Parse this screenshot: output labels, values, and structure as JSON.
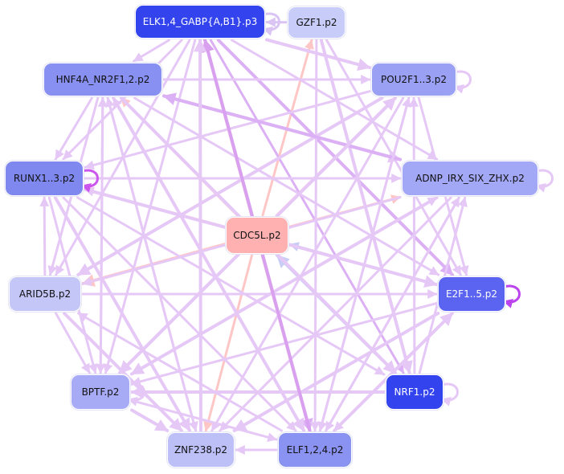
{
  "nodes": [
    {
      "id": "elk",
      "label": "ELK1,4_GABP{A,B1}.p3",
      "color": "#3344ee",
      "text": "#ffffff"
    },
    {
      "id": "gzf",
      "label": "GZF1.p2",
      "color": "#c8ccf8",
      "text": "#111111"
    },
    {
      "id": "hnf",
      "label": "HNF4A_NR2F1,2.p2",
      "color": "#8890f2",
      "text": "#111111"
    },
    {
      "id": "pou",
      "label": "POU2F1..3.p2",
      "color": "#9aa0f4",
      "text": "#111111"
    },
    {
      "id": "runx",
      "label": "RUNX1..3.p2",
      "color": "#7f88ef",
      "text": "#111111"
    },
    {
      "id": "adnp",
      "label": "ADNP_IRX_SIX_ZHX.p2",
      "color": "#a3a8f6",
      "text": "#111111"
    },
    {
      "id": "cdc",
      "label": "CDC5L.p2",
      "color": "#ffb0b0",
      "text": "#111111"
    },
    {
      "id": "arid",
      "label": "ARID5B.p2",
      "color": "#c3c6f7",
      "text": "#111111"
    },
    {
      "id": "e2f",
      "label": "E2F1..5.p2",
      "color": "#5b64f0",
      "text": "#ffffff"
    },
    {
      "id": "nrf",
      "label": "NRF1.p2",
      "color": "#3344ee",
      "text": "#ffffff"
    },
    {
      "id": "bptf",
      "label": "BPTF.p2",
      "color": "#a7abf5",
      "text": "#111111"
    },
    {
      "id": "znf",
      "label": "ZNF238.p2",
      "color": "#bcc0f7",
      "text": "#111111"
    },
    {
      "id": "elf",
      "label": "ELF1,2,4.p2",
      "color": "#8a92f2",
      "text": "#111111"
    }
  ],
  "self_loops": [
    {
      "node": "elk",
      "color": "#d9c4f3"
    },
    {
      "node": "pou",
      "color": "#e6c8f7"
    },
    {
      "node": "runx",
      "color": "#cc55ee"
    },
    {
      "node": "adnp",
      "color": "#e6c8f7"
    },
    {
      "node": "e2f",
      "color": "#bb44ee"
    },
    {
      "node": "nrf",
      "color": "#e6c8f7"
    },
    {
      "node": "bptf",
      "color": "#e6c8f7"
    }
  ],
  "edges": [
    {
      "from": "cdc",
      "to": "elk",
      "color": "#ffc6c6"
    },
    {
      "from": "cdc",
      "to": "gzf",
      "color": "#ffc6c6"
    },
    {
      "from": "cdc",
      "to": "hnf",
      "color": "#ffc6c6"
    },
    {
      "from": "cdc",
      "to": "pou",
      "color": "#ffc6c6"
    },
    {
      "from": "cdc",
      "to": "runx",
      "color": "#ffc6c6"
    },
    {
      "from": "cdc",
      "to": "adnp",
      "color": "#ffc6c6"
    },
    {
      "from": "cdc",
      "to": "arid",
      "color": "#ffc6c6"
    },
    {
      "from": "cdc",
      "to": "bptf",
      "color": "#ffc6c6"
    },
    {
      "from": "cdc",
      "to": "znf",
      "color": "#ffc6c6"
    },
    {
      "from": "cdc",
      "to": "elf",
      "color": "#ffc6c6"
    },
    {
      "from": "cdc",
      "to": "nrf",
      "color": "#ffc6c6"
    },
    {
      "from": "e2f",
      "to": "cdc",
      "color": "#c8cdf5"
    },
    {
      "from": "nrf",
      "to": "cdc",
      "color": "#c8cdf5"
    },
    {
      "from": "gzf",
      "to": "elk",
      "color": "#d9c4f3"
    },
    {
      "from": "elk",
      "to": "hnf",
      "color": "#e6c8f7"
    },
    {
      "from": "elk",
      "to": "pou",
      "color": "#e6c8f7"
    },
    {
      "from": "elk",
      "to": "runx",
      "color": "#e6c8f7"
    },
    {
      "from": "elk",
      "to": "adnp",
      "color": "#e6c8f7"
    },
    {
      "from": "elk",
      "to": "e2f",
      "color": "#dcb0f4"
    },
    {
      "from": "elk",
      "to": "nrf",
      "color": "#dcb0f4"
    },
    {
      "from": "elk",
      "to": "bptf",
      "color": "#e6c8f7"
    },
    {
      "from": "elk",
      "to": "elf",
      "color": "#dcb0f4"
    },
    {
      "from": "elk",
      "to": "arid",
      "color": "#e6c8f7"
    },
    {
      "from": "gzf",
      "to": "e2f",
      "color": "#e6c8f7"
    },
    {
      "from": "gzf",
      "to": "nrf",
      "color": "#e6c8f7"
    },
    {
      "from": "gzf",
      "to": "elf",
      "color": "#e6c8f7"
    },
    {
      "from": "hnf",
      "to": "pou",
      "color": "#e6c8f7"
    },
    {
      "from": "hnf",
      "to": "adnp",
      "color": "#e6c8f7"
    },
    {
      "from": "hnf",
      "to": "runx",
      "color": "#e6c8f7"
    },
    {
      "from": "hnf",
      "to": "e2f",
      "color": "#e6c8f7"
    },
    {
      "from": "hnf",
      "to": "nrf",
      "color": "#e6c8f7"
    },
    {
      "from": "hnf",
      "to": "bptf",
      "color": "#e6c8f7"
    },
    {
      "from": "hnf",
      "to": "znf",
      "color": "#e6c8f7"
    },
    {
      "from": "hnf",
      "to": "elf",
      "color": "#e6c8f7"
    },
    {
      "from": "hnf",
      "to": "arid",
      "color": "#e6c8f7"
    },
    {
      "from": "pou",
      "to": "runx",
      "color": "#e6c8f7"
    },
    {
      "from": "pou",
      "to": "bptf",
      "color": "#e6c8f7"
    },
    {
      "from": "pou",
      "to": "znf",
      "color": "#e6c8f7"
    },
    {
      "from": "pou",
      "to": "elf",
      "color": "#e6c8f7"
    },
    {
      "from": "pou",
      "to": "arid",
      "color": "#e6c8f7"
    },
    {
      "from": "pou",
      "to": "e2f",
      "color": "#e6c8f7"
    },
    {
      "from": "runx",
      "to": "adnp",
      "color": "#e6c8f7"
    },
    {
      "from": "runx",
      "to": "e2f",
      "color": "#e6c8f7"
    },
    {
      "from": "runx",
      "to": "nrf",
      "color": "#e6c8f7"
    },
    {
      "from": "runx",
      "to": "bptf",
      "color": "#e6c8f7"
    },
    {
      "from": "runx",
      "to": "znf",
      "color": "#e6c8f7"
    },
    {
      "from": "runx",
      "to": "elf",
      "color": "#e6c8f7"
    },
    {
      "from": "adnp",
      "to": "arid",
      "color": "#e6c8f7"
    },
    {
      "from": "adnp",
      "to": "bptf",
      "color": "#e6c8f7"
    },
    {
      "from": "adnp",
      "to": "znf",
      "color": "#e6c8f7"
    },
    {
      "from": "adnp",
      "to": "elf",
      "color": "#e6c8f7"
    },
    {
      "from": "adnp",
      "to": "hnf",
      "color": "#dcb0f4"
    },
    {
      "from": "arid",
      "to": "e2f",
      "color": "#e6c8f7"
    },
    {
      "from": "arid",
      "to": "bptf",
      "color": "#e6c8f7"
    },
    {
      "from": "arid",
      "to": "znf",
      "color": "#e6c8f7"
    },
    {
      "from": "arid",
      "to": "runx",
      "color": "#e6c8f7"
    },
    {
      "from": "e2f",
      "to": "bptf",
      "color": "#e6c8f7"
    },
    {
      "from": "e2f",
      "to": "znf",
      "color": "#e6c8f7"
    },
    {
      "from": "e2f",
      "to": "elf",
      "color": "#e6c8f7"
    },
    {
      "from": "e2f",
      "to": "runx",
      "color": "#e6c8f7"
    },
    {
      "from": "nrf",
      "to": "bptf",
      "color": "#e6c8f7"
    },
    {
      "from": "nrf",
      "to": "pou",
      "color": "#e6c8f7"
    },
    {
      "from": "nrf",
      "to": "adnp",
      "color": "#e6c8f7"
    },
    {
      "from": "bptf",
      "to": "znf",
      "color": "#e6c8f7"
    },
    {
      "from": "bptf",
      "to": "elf",
      "color": "#e6c8f7"
    },
    {
      "from": "bptf",
      "to": "adnp",
      "color": "#e6c8f7"
    },
    {
      "from": "bptf",
      "to": "pou",
      "color": "#e6c8f7"
    },
    {
      "from": "bptf",
      "to": "hnf",
      "color": "#e6c8f7"
    },
    {
      "from": "elf",
      "to": "znf",
      "color": "#e6c8f7"
    },
    {
      "from": "elf",
      "to": "e2f",
      "color": "#e6c8f7"
    },
    {
      "from": "elf",
      "to": "arid",
      "color": "#e6c8f7"
    },
    {
      "from": "elf",
      "to": "hnf",
      "color": "#e6c8f7"
    },
    {
      "from": "elf",
      "to": "elk",
      "color": "#d9a0f0"
    },
    {
      "from": "elf",
      "to": "pou",
      "color": "#e6c8f7"
    },
    {
      "from": "elf",
      "to": "adnp",
      "color": "#e6c8f7"
    },
    {
      "from": "znf",
      "to": "elk",
      "color": "#e6c8f7"
    },
    {
      "from": "znf",
      "to": "hnf",
      "color": "#e6c8f7"
    }
  ]
}
